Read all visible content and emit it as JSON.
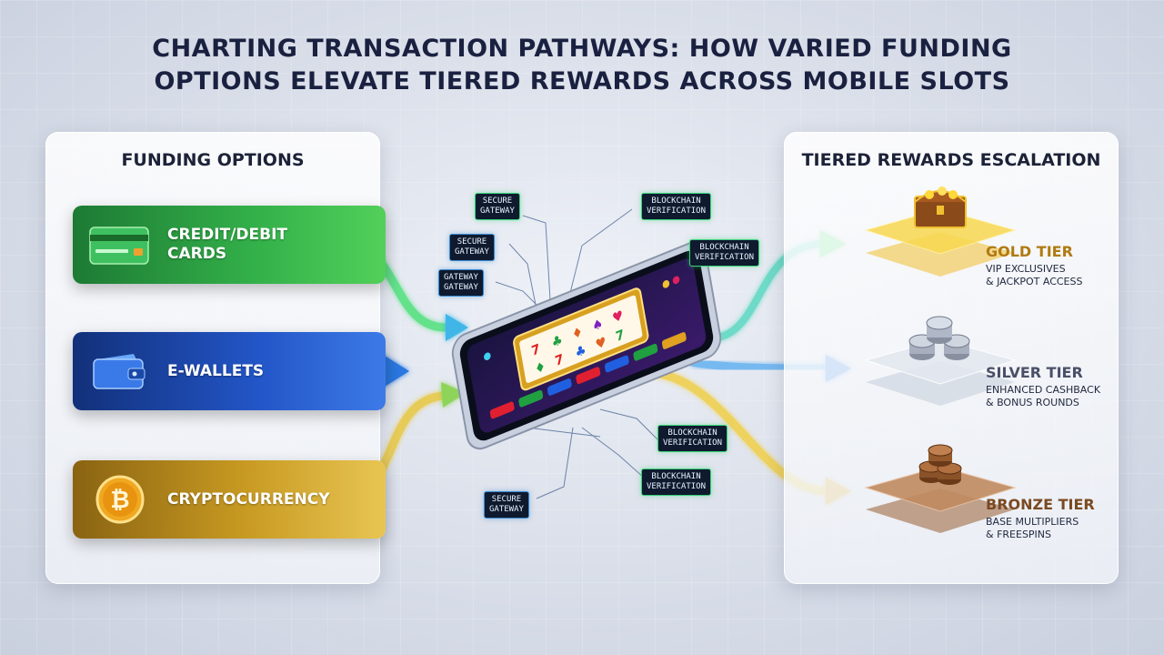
{
  "title": {
    "line1": "Charting Transaction Pathways: How Varied Funding",
    "line2": "Options Elevate Tiered Rewards Across Mobile Slots"
  },
  "funding_panel": {
    "heading": "Funding Options",
    "options": [
      {
        "label": "Credit/Debit\nCards",
        "icon": "credit-card-icon",
        "color": "#34b24a"
      },
      {
        "label": "E-Wallets",
        "icon": "wallet-icon",
        "color": "#2356c8"
      },
      {
        "label": "Cryptocurrency",
        "icon": "bitcoin-icon",
        "color": "#c89a22"
      }
    ]
  },
  "rewards_panel": {
    "heading": "Tiered Rewards Escalation",
    "tiers": [
      {
        "name": "Gold Tier",
        "desc": "VIP Exclusives\n& Jackpot Access",
        "icon": "treasure-chest-icon",
        "color": "#e8b82a"
      },
      {
        "name": "Silver Tier",
        "desc": "Enhanced Cashback\n& Bonus Rounds",
        "icon": "silver-coins-icon",
        "color": "#a8b0c0"
      },
      {
        "name": "Bronze Tier",
        "desc": "Base Multipliers\n& Freespins",
        "icon": "bronze-coins-icon",
        "color": "#a0643a"
      }
    ]
  },
  "center": {
    "device_icon": "smartphone-slot-machine-icon",
    "tags": [
      {
        "text": "Secure\nGateway"
      },
      {
        "text": "Blockchain\nVerification"
      },
      {
        "text": "Secure\nGateway"
      },
      {
        "text": "Blockchain\nVerification"
      },
      {
        "text": "Gateway\nGateway"
      },
      {
        "text": "Blockchain\nVerification"
      },
      {
        "text": "Blockchain\nVerification"
      },
      {
        "text": "Secure\nGateway"
      }
    ]
  }
}
